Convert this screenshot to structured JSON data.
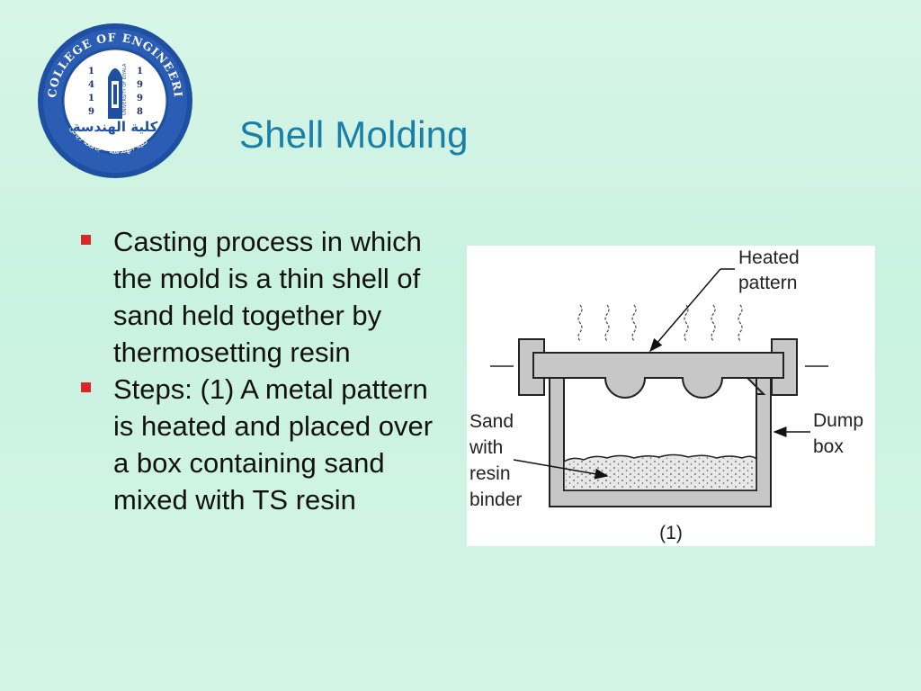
{
  "logo": {
    "ring_text_top": "COLLEGE OF ENGINEERING",
    "years_left": [
      "1",
      "4",
      "1",
      "9"
    ],
    "years_right": [
      "1",
      "9",
      "9",
      "8"
    ],
    "inner_text": "UNIVERSITY OF DIYALA",
    "arabic_text": "كلية الهندسة",
    "ring_text_bottom_arabic": "كلية الهندسة - جامعة ديالى",
    "colors": {
      "ring": "#1f4fa0",
      "inner": "#ffffff",
      "accent": "#1f4fa0"
    }
  },
  "slide": {
    "title": "Shell Molding",
    "bullets": [
      {
        "text": "Casting process in which the mold is a thin shell of sand held together by thermosetting resin"
      },
      {
        "text": "Steps: (1) A metal pattern is heated and placed over a box containing sand mixed with TS resin"
      }
    ]
  },
  "figure": {
    "label_heated": [
      "Heated",
      "pattern"
    ],
    "label_sand": [
      "Sand",
      "with",
      "resin",
      "binder"
    ],
    "label_dump": [
      "Dump",
      "box"
    ],
    "caption": "(1)"
  },
  "colors": {
    "title": "#1a7fa8",
    "bullet_marker": "#d8262b",
    "metal_gray": "#c7c7c7",
    "sand_fill": "#e6e6e6"
  }
}
